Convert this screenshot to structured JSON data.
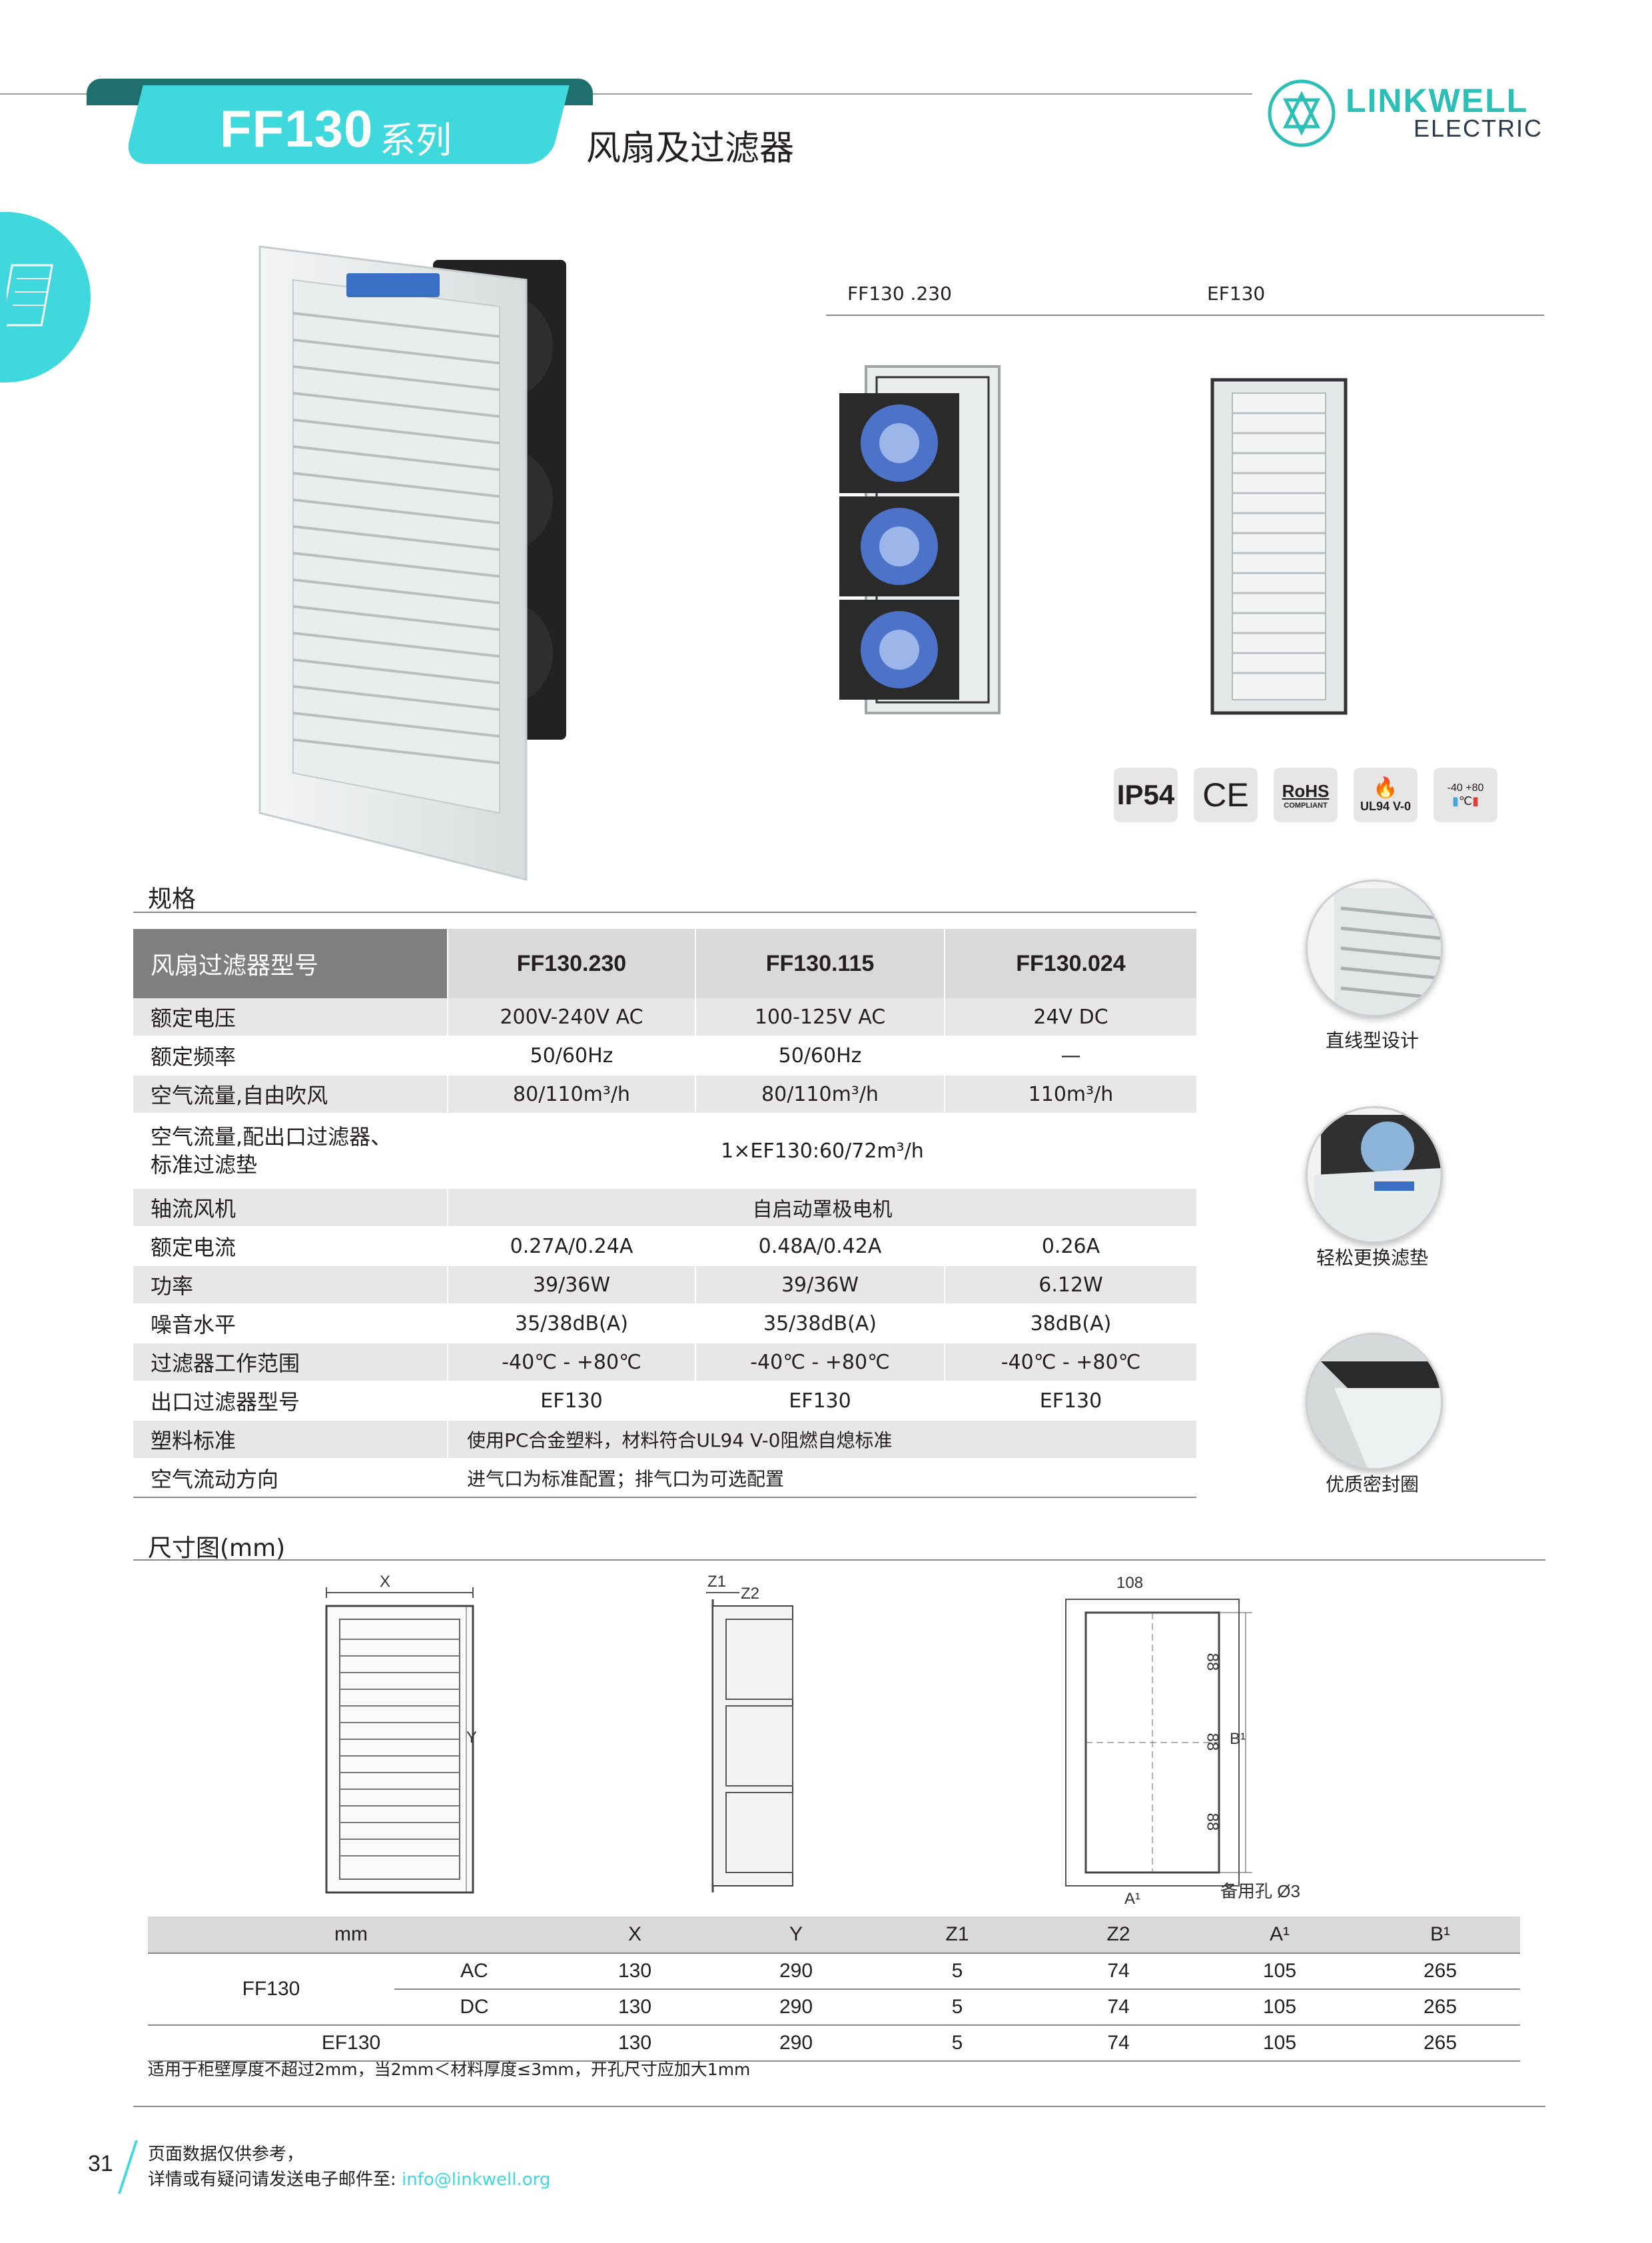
{
  "header": {
    "series_code": "FF130",
    "series_suffix": "系列",
    "page_title": "风扇及过滤器",
    "logo_primary": "LINKWELL",
    "logo_secondary": "ELECTRIC",
    "accent_color": "#3fd9dd"
  },
  "product_images": {
    "caption_left": "FF130 .230",
    "caption_right": "EF130"
  },
  "certifications": [
    "IP54",
    "CE",
    "RoHS COMPLIANT",
    "UL94 V-0",
    "-40 +80 ℃"
  ],
  "cert_labels": {
    "ip": "IP54",
    "ce": "CE",
    "rohs": "RoHS",
    "rohs_sub": "COMPLIANT",
    "ul": "UL94 V-0",
    "temp_low": "-40",
    "temp_high": "+80",
    "temp_unit": "℃"
  },
  "specs": {
    "section_title": "规格",
    "header_label": "风扇过滤器型号",
    "models": [
      "FF130.230",
      "FF130.115",
      "FF130.024"
    ],
    "rows": {
      "voltage": {
        "label": "额定电压",
        "values": [
          "200V-240V AC",
          "100-125V AC",
          "24V DC"
        ]
      },
      "frequency": {
        "label": "额定频率",
        "values": [
          "50/60Hz",
          "50/60Hz",
          "—"
        ]
      },
      "airflow_free": {
        "label": "空气流量,自由吹风",
        "values": [
          "80/110m³/h",
          "80/110m³/h",
          "110m³/h"
        ]
      },
      "airflow_filter": {
        "label_line1": "空气流量,配出口过滤器、",
        "label_line2": "标准过滤垫",
        "value": "1×EF130:60/72m³/h"
      },
      "fan": {
        "label": "轴流风机",
        "value": "自启动罩极电机"
      },
      "current": {
        "label": "额定电流",
        "values": [
          "0.27A/0.24A",
          "0.48A/0.42A",
          "0.26A"
        ]
      },
      "power": {
        "label": "功率",
        "values": [
          "39/36W",
          "39/36W",
          "6.12W"
        ]
      },
      "noise": {
        "label": "噪音水平",
        "values": [
          "35/38dB(A)",
          "35/38dB(A)",
          "38dB(A)"
        ]
      },
      "temp_range": {
        "label": "过滤器工作范围",
        "values": [
          "-40℃ - +80℃",
          "-40℃ - +80℃",
          "-40℃ - +80℃"
        ]
      },
      "outlet_filter": {
        "label": "出口过滤器型号",
        "values": [
          "EF130",
          "EF130",
          "EF130"
        ]
      },
      "plastic": {
        "label": "塑料标准",
        "value": "使用PC合金塑料，材料符合UL94 V-0阻燃自熄标准"
      },
      "flow_direction": {
        "label": "空气流动方向",
        "value": "进气口为标准配置；排气口为可选配置"
      }
    }
  },
  "features": [
    {
      "label": "直线型设计"
    },
    {
      "label": "轻松更换滤垫"
    },
    {
      "label": "优质密封圈"
    }
  ],
  "dimensions": {
    "section_title": "尺寸图(mm)",
    "drawing_labels": {
      "x": "X",
      "y": "Y",
      "z1": "Z1",
      "z2": "Z2",
      "width": "108",
      "pitch": "88",
      "b1": "B¹",
      "a1": "A¹",
      "spare_hole": "备用孔 Ø3"
    },
    "table": {
      "headers": [
        "mm",
        "X",
        "Y",
        "Z1",
        "Z2",
        "A¹",
        "B¹"
      ],
      "group_label": "FF130",
      "rows": [
        {
          "type": "AC",
          "values": [
            "130",
            "290",
            "5",
            "74",
            "105",
            "265"
          ]
        },
        {
          "type": "DC",
          "values": [
            "130",
            "290",
            "5",
            "74",
            "105",
            "265"
          ]
        },
        {
          "type": "EF130",
          "values": [
            "130",
            "290",
            "5",
            "74",
            "105",
            "265"
          ]
        }
      ]
    },
    "note": "适用于柜壁厚度不超过2mm，当2mm＜材料厚度≤3mm，开孔尺寸应加大1mm"
  },
  "footer": {
    "page_number": "31",
    "line1": "页面数据仅供参考，",
    "line2_prefix": "详情或有疑问请发送电子邮件至: ",
    "email": "info@linkwell.org"
  }
}
